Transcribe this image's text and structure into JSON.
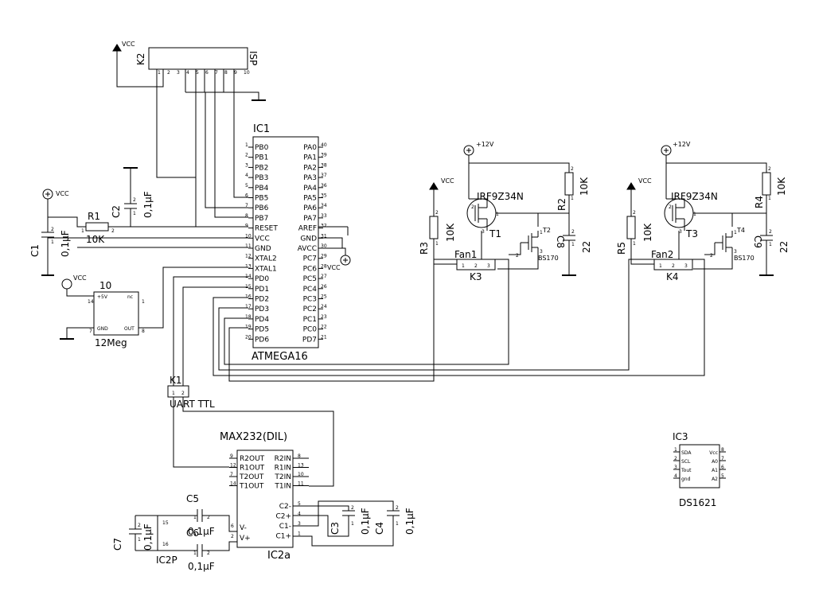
{
  "power": {
    "vcc": "VCC",
    "v12": "+12V"
  },
  "k2": {
    "ref": "K2",
    "name": "ISP",
    "pins": [
      "1",
      "2",
      "3",
      "4",
      "5",
      "6",
      "7",
      "8",
      "9",
      "10"
    ]
  },
  "ic1": {
    "ref": "IC1",
    "name": "ATMEGA16",
    "left_pins": [
      {
        "name": "PB0",
        "num": "1"
      },
      {
        "name": "PB1",
        "num": "2"
      },
      {
        "name": "PB2",
        "num": "3"
      },
      {
        "name": "PB3",
        "num": "4"
      },
      {
        "name": "PB4",
        "num": "5"
      },
      {
        "name": "PB5",
        "num": "6"
      },
      {
        "name": "PB6",
        "num": "7"
      },
      {
        "name": "PB7",
        "num": "8"
      },
      {
        "name": "RESET",
        "num": "9"
      },
      {
        "name": "VCC",
        "num": "10"
      },
      {
        "name": "GND",
        "num": "11"
      },
      {
        "name": "XTAL2",
        "num": "12"
      },
      {
        "name": "XTAL1",
        "num": "13"
      },
      {
        "name": "PD0",
        "num": "14"
      },
      {
        "name": "PD1",
        "num": "15"
      },
      {
        "name": "PD2",
        "num": "16"
      },
      {
        "name": "PD3",
        "num": "17"
      },
      {
        "name": "PD4",
        "num": "18"
      },
      {
        "name": "PD5",
        "num": "19"
      },
      {
        "name": "PD6",
        "num": "20"
      }
    ],
    "right_pins": [
      {
        "name": "PA0",
        "num": "40"
      },
      {
        "name": "PA1",
        "num": "39"
      },
      {
        "name": "PA2",
        "num": "38"
      },
      {
        "name": "PA3",
        "num": "37"
      },
      {
        "name": "PA4",
        "num": "36"
      },
      {
        "name": "PA5",
        "num": "35"
      },
      {
        "name": "PA6",
        "num": "34"
      },
      {
        "name": "PA7",
        "num": "33"
      },
      {
        "name": "AREF",
        "num": "32"
      },
      {
        "name": "GND",
        "num": "31"
      },
      {
        "name": "AVCC",
        "num": "30"
      },
      {
        "name": "PC7",
        "num": "29"
      },
      {
        "name": "PC6",
        "num": "28"
      },
      {
        "name": "PC5",
        "num": "27"
      },
      {
        "name": "PC4",
        "num": "26"
      },
      {
        "name": "PC3",
        "num": "25"
      },
      {
        "name": "PC2",
        "num": "24"
      },
      {
        "name": "PC1",
        "num": "23"
      },
      {
        "name": "PC0",
        "num": "22"
      },
      {
        "name": "PD7",
        "num": "21"
      }
    ]
  },
  "r1": {
    "ref": "R1",
    "value": "10K",
    "pin1": "1",
    "pin2": "2"
  },
  "c1": {
    "ref": "C1",
    "value": "0,1µF",
    "pin1": "1",
    "pin2": "2"
  },
  "c2": {
    "ref": "C2",
    "value": "0,1µF",
    "pin1": "1",
    "pin2": "2"
  },
  "osc": {
    "ref": "10",
    "value": "12Meg",
    "p_5v": "+5V",
    "p_nc": "nc",
    "p_gnd": "GND",
    "p_out": "OUT",
    "n14": "14",
    "n1": "1",
    "n7": "7",
    "n8": "8"
  },
  "k1": {
    "ref": "K1",
    "name": "UART TTL",
    "pin1": "1",
    "pin2": "2"
  },
  "max": {
    "ref": "MAX232(DIL)",
    "name": "IC2a",
    "left_pins": [
      {
        "name": "R2OUT",
        "num": "9"
      },
      {
        "name": "R1OUT",
        "num": "12"
      },
      {
        "name": "T2OUT",
        "num": "7"
      },
      {
        "name": "T1OUT",
        "num": "14"
      }
    ],
    "right_pins": [
      {
        "name": "R2IN",
        "num": "8"
      },
      {
        "name": "R1IN",
        "num": "13"
      },
      {
        "name": "T2IN",
        "num": "10"
      },
      {
        "name": "T1IN",
        "num": "11"
      }
    ],
    "cap_pins": [
      {
        "name": "C2-",
        "num": "5"
      },
      {
        "name": "C2+",
        "num": "4"
      },
      {
        "name": "C1-",
        "num": "3"
      },
      {
        "name": "C1+",
        "num": "1"
      }
    ],
    "vm": {
      "name": "V-",
      "num": "6"
    },
    "vp": {
      "name": "V+",
      "num": "2"
    }
  },
  "ic2p": {
    "name": "IC2P",
    "n16": "16",
    "n15": "15"
  },
  "c3": {
    "ref": "C3",
    "value": "0,1µF",
    "pin1": "1",
    "pin2": "2"
  },
  "c4": {
    "ref": "C4",
    "value": "0,1µF",
    "pin1": "1",
    "pin2": "2"
  },
  "c5": {
    "ref": "C5",
    "value": "0,1µF",
    "pin1": "1",
    "pin2": "2"
  },
  "c6": {
    "ref": "C6",
    "value": "0,1µF",
    "pin1": "1",
    "pin2": "2"
  },
  "c7": {
    "ref": "C7",
    "value": "0,1µF",
    "pin1": "1",
    "pin2": "2"
  },
  "fan1": {
    "t_ref": "T1",
    "t_value": "IRF9Z34N",
    "t_pin1": "1",
    "t_pin2": "2",
    "t_pin3": "3",
    "r2_ref": "R2",
    "r2_value": "10K",
    "r2_pin1": "1",
    "r2_pin2": "2",
    "r3_ref": "R3",
    "r3_value": "10K",
    "r3_pin1": "1",
    "r3_pin2": "2",
    "c8_ref": "C8",
    "c8_value": "22",
    "c8_pin1": "1",
    "c8_pin2": "2",
    "t2_ref": "T2",
    "t2_value": "BS170",
    "t2_pin1": "1",
    "t2_pin2": "2",
    "t2_pin3": "3",
    "k_ref": "K3",
    "k_name": "Fan1",
    "k_pin1": "1",
    "k_pin2": "2",
    "k_pin3": "3"
  },
  "fan2": {
    "t_ref": "T3",
    "t_value": "IRF9Z34N",
    "t_pin1": "1",
    "t_pin2": "2",
    "t_pin3": "3",
    "r2_ref": "R4",
    "r2_value": "10K",
    "r2_pin1": "1",
    "r2_pin2": "2",
    "r3_ref": "R5",
    "r3_value": "10K",
    "r3_pin1": "1",
    "r3_pin2": "2",
    "c8_ref": "C9",
    "c8_value": "22",
    "c8_pin1": "1",
    "c8_pin2": "2",
    "t2_ref": "T4",
    "t2_value": "BS170",
    "t2_pin1": "1",
    "t2_pin2": "2",
    "t2_pin3": "3",
    "k_ref": "K4",
    "k_name": "Fan2",
    "k_pin1": "1",
    "k_pin2": "2",
    "k_pin3": "3"
  },
  "ic3": {
    "ref": "IC3",
    "name": "DS1621",
    "left_pins": [
      {
        "name": "SDA",
        "num": "1"
      },
      {
        "name": "SCL",
        "num": "2"
      },
      {
        "name": "Tout",
        "num": "3"
      },
      {
        "name": "gnd",
        "num": "4"
      }
    ],
    "right_pins": [
      {
        "name": "Vcc",
        "num": "8"
      },
      {
        "name": "A0",
        "num": "7"
      },
      {
        "name": "A1",
        "num": "6"
      },
      {
        "name": "A2",
        "num": "5"
      }
    ]
  }
}
